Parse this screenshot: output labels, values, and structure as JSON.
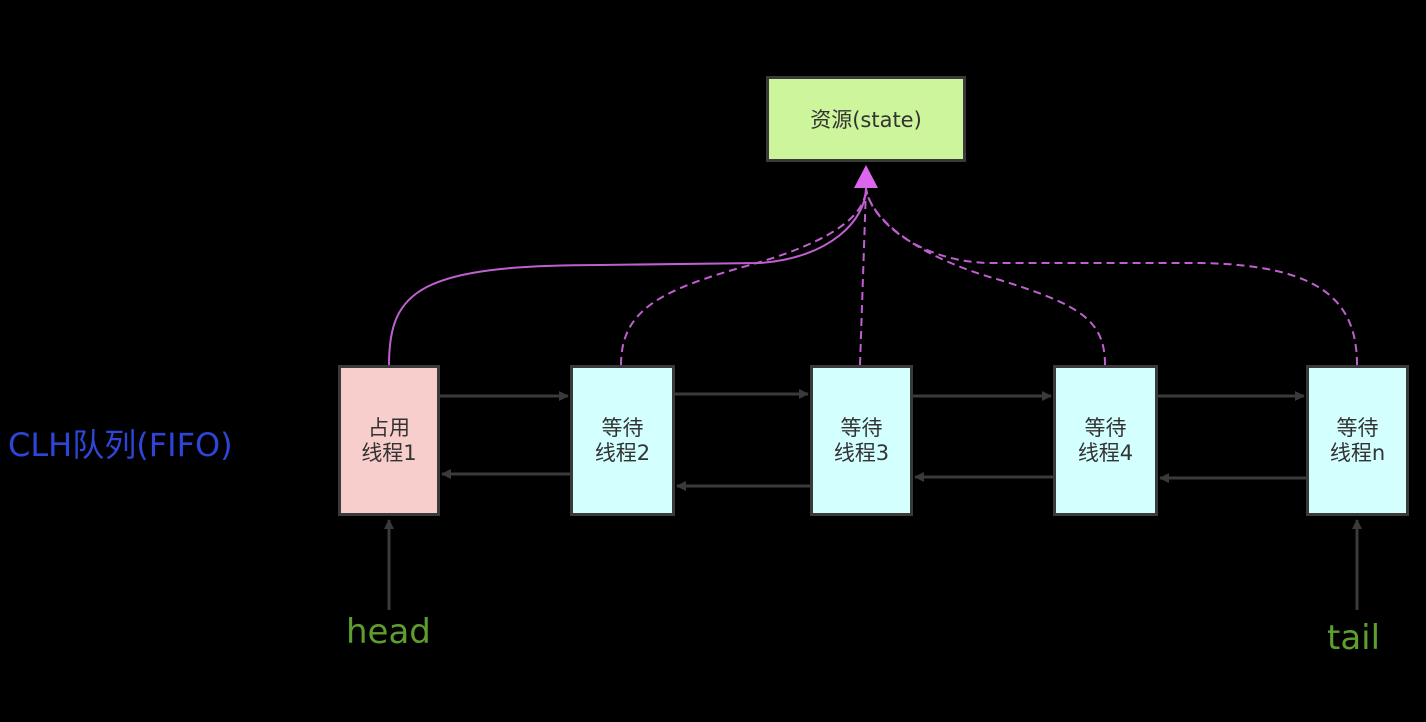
{
  "resource": {
    "label": "资源(state)"
  },
  "queue_label": "CLH队列(FIFO)",
  "nodes": [
    {
      "line1": "占用",
      "line2": "线程1",
      "state": "running"
    },
    {
      "line1": "等待",
      "line2": "线程2",
      "state": "waiting"
    },
    {
      "line1": "等待",
      "line2": "线程3",
      "state": "waiting"
    },
    {
      "line1": "等待",
      "line2": "线程4",
      "state": "waiting"
    },
    {
      "line1": "等待",
      "line2": "线程n",
      "state": "waiting"
    }
  ],
  "pointers": {
    "head": "head",
    "tail": "tail"
  },
  "colors": {
    "background": "#000000",
    "running_fill": "#f8cecc",
    "waiting_fill": "#d4ffff",
    "resource_fill": "#cdf59b",
    "link_arrow": "#3a3a3a",
    "resource_link": "#cc66dd",
    "queue_label": "#2d46d8",
    "pointer_label": "#5f9e2e"
  },
  "edges": {
    "resource_links": [
      {
        "from": "node-1",
        "to": "resource",
        "style": "solid"
      },
      {
        "from": "node-2",
        "to": "resource",
        "style": "dashed"
      },
      {
        "from": "node-3",
        "to": "resource",
        "style": "dashed"
      },
      {
        "from": "node-4",
        "to": "resource",
        "style": "dashed"
      },
      {
        "from": "node-n",
        "to": "resource",
        "style": "dashed"
      }
    ],
    "queue_links": "bidirectional next/prev between adjacent nodes"
  }
}
